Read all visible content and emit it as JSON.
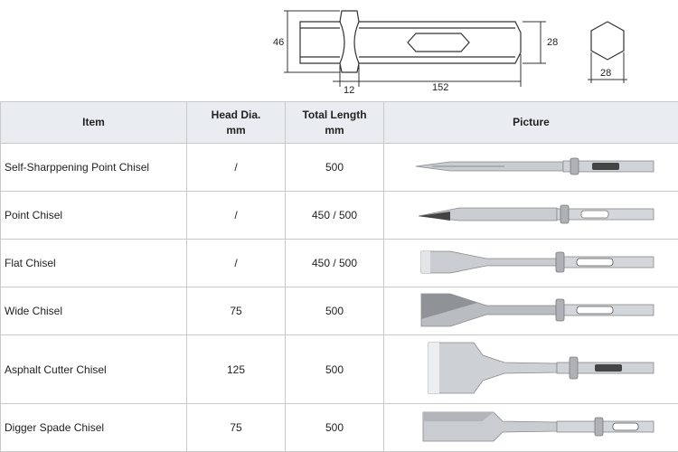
{
  "drawing": {
    "dim_head": "46",
    "dim_shank": "28",
    "dim_collar": "12",
    "dim_length": "152",
    "dim_hex": "28"
  },
  "table": {
    "headers": {
      "item": "Item",
      "head_dia_1": "Head Dia.",
      "head_dia_2": "mm",
      "length_1": "Total Length",
      "length_2": "mm",
      "picture": "Picture"
    },
    "rows": [
      {
        "item": "Self-Sharppening Point Chisel",
        "head": "/",
        "length": "500",
        "tool": "self-sharpening-point-chisel"
      },
      {
        "item": "Point Chisel",
        "head": "/",
        "length": "450 / 500",
        "tool": "point-chisel"
      },
      {
        "item": "Flat Chisel",
        "head": "/",
        "length": "450 / 500",
        "tool": "flat-chisel"
      },
      {
        "item": "Wide Chisel",
        "head": "75",
        "length": "500",
        "tool": "wide-chisel"
      },
      {
        "item": "Asphalt Cutter Chisel",
        "head": "125",
        "length": "500",
        "tool": "asphalt-cutter-chisel"
      },
      {
        "item": "Digger Spade Chisel",
        "head": "75",
        "length": "500",
        "tool": "digger-spade-chisel"
      }
    ]
  },
  "colors": {
    "header_bg": "#e9edf1",
    "border": "#c9c9c9",
    "steel": "#b8bcc0"
  }
}
